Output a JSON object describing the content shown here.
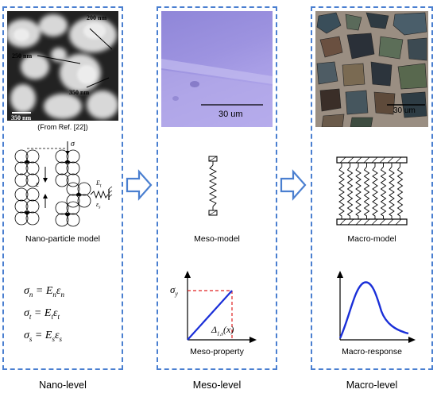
{
  "nano": {
    "image_labels": [
      "200 nm",
      "250 nm",
      "350 nm",
      "350 nm"
    ],
    "ref": "(From Ref. [22])",
    "model_label": "Nano-particle model",
    "diagram_symbols": {
      "sigma": "σ",
      "epsilon": "ε",
      "E_t": "E",
      "E_t_sub": "t",
      "eps_s": "ε",
      "eps_s_sub": "s"
    },
    "equations": [
      {
        "lhs": "σ",
        "lhs_sub": "n",
        "E": "E",
        "E_sub": "n",
        "eps": "ε",
        "eps_sub": "n"
      },
      {
        "lhs": "σ",
        "lhs_sub": "t",
        "E": "E",
        "E_sub": "t",
        "eps": "ε",
        "eps_sub": "t"
      },
      {
        "lhs": "σ",
        "lhs_sub": "s",
        "E": "E",
        "E_sub": "s",
        "eps": "ε",
        "eps_sub": "s"
      }
    ],
    "level": "Nano-level"
  },
  "meso": {
    "scale_label": "30 um",
    "model_label": "Meso-model",
    "plot": {
      "ylabel": "σ",
      "ylabel_sub": "y",
      "delta": "Δ",
      "delta_sub": "1,s",
      "x_arg": "(x)"
    },
    "property_label": "Meso-property",
    "level": "Meso-level"
  },
  "macro": {
    "scale_label": "30 um",
    "model_label": "Macro-model",
    "response_label": "Macro-response",
    "level": "Macro-level"
  },
  "colors": {
    "panel_border": "#4a7fd0",
    "arrow": "#4a7fd0",
    "curve": "#1a2fd8",
    "dashed_ref": "#e02020"
  }
}
